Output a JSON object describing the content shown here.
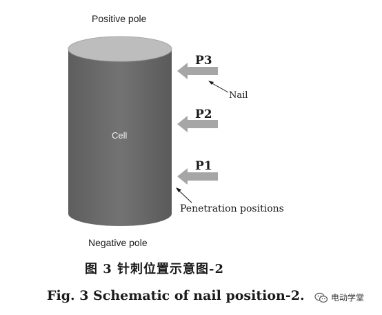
{
  "labels": {
    "positive_pole": "Positive pole",
    "negative_pole": "Negative pole",
    "cell": "Cell",
    "p3": "P3",
    "p2": "P2",
    "p1": "P1",
    "nail": "Nail",
    "penetration": "Penetration positions"
  },
  "caption": {
    "chinese": "图 3   针刺位置示意图-2",
    "english": "Fig. 3   Schematic of nail position-2."
  },
  "watermark": {
    "text": "电动学堂",
    "icon": "wechat-icon"
  },
  "colors": {
    "cell_body": "#6b6b6b",
    "cell_top": "#bdbdbd",
    "arrow": "#a6a6a6"
  }
}
